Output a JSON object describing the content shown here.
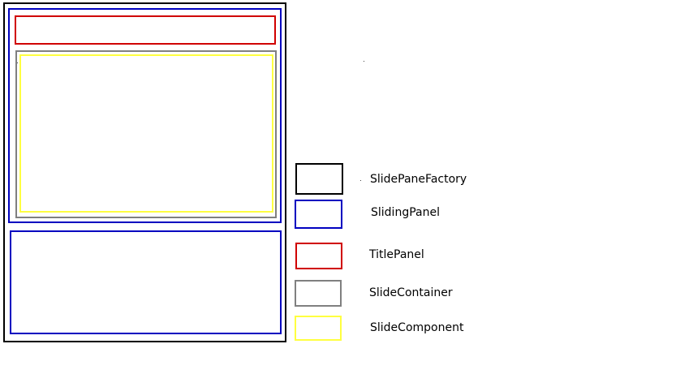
{
  "colors": {
    "slide_pane_factory": "#000000",
    "sliding_panel": "#0000c0",
    "title_panel": "#d00000",
    "slide_container": "#808080",
    "slide_component": "#ffff40"
  },
  "legend": {
    "items": [
      {
        "key": "slide_pane_factory",
        "label": "SlidePaneFactory"
      },
      {
        "key": "sliding_panel",
        "label": "SlidingPanel"
      },
      {
        "key": "title_panel",
        "label": "TitlePanel"
      },
      {
        "key": "slide_container",
        "label": "SlideContainer"
      },
      {
        "key": "slide_component",
        "label": "SlideComponent"
      }
    ]
  }
}
